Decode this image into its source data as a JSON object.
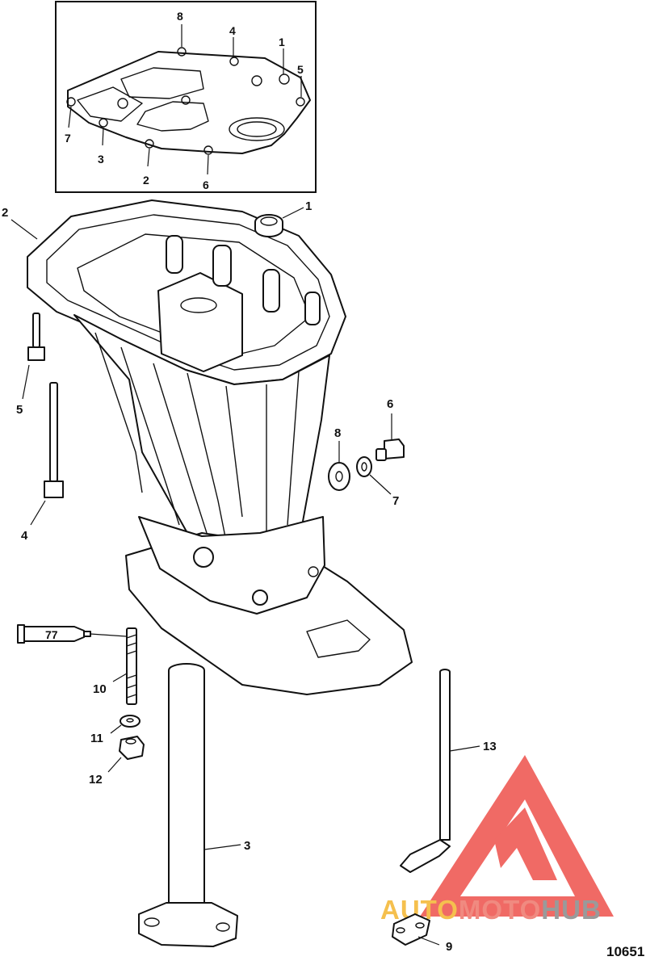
{
  "diagram": {
    "figure_number": "10651",
    "inset_callouts": [
      "8",
      "4",
      "1",
      "5",
      "7",
      "3",
      "2",
      "6"
    ],
    "main_callouts": [
      "2",
      "1",
      "5",
      "6",
      "8",
      "4",
      "7",
      "77",
      "10",
      "11",
      "12",
      "13",
      "3",
      "9"
    ]
  },
  "watermark": {
    "part_a": "AUTO",
    "part_b": "MOTO",
    "part_c": "HUB",
    "colors": {
      "auto": "#f5c04e",
      "moto": "#f08a80",
      "hub": "#9a9a9a",
      "logo": "#ef5a55"
    }
  },
  "colors": {
    "line": "#111111",
    "background": "#ffffff"
  }
}
